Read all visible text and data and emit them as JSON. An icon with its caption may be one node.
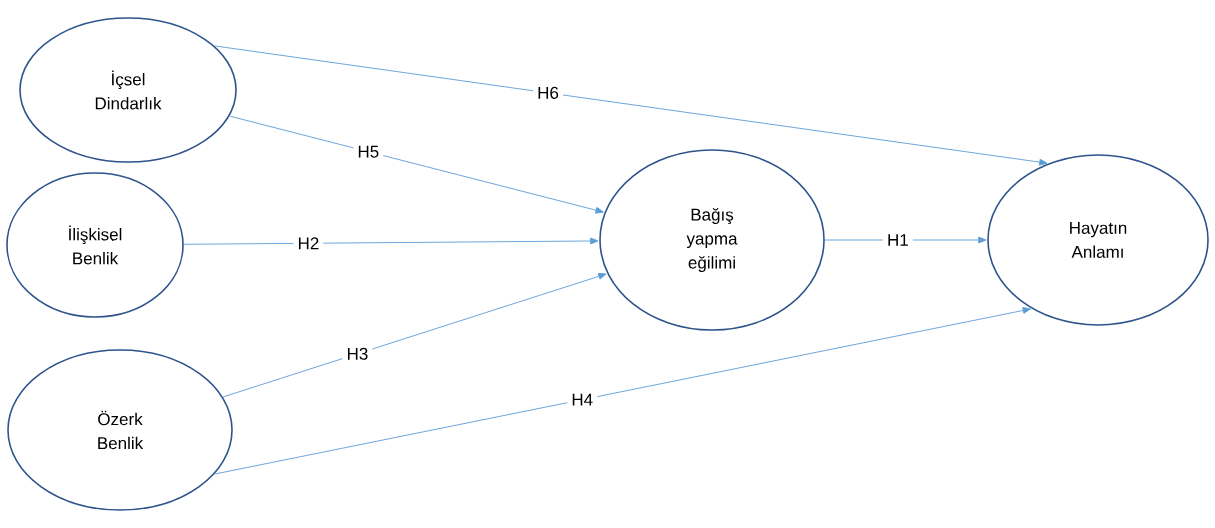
{
  "diagram": {
    "nodes": [
      {
        "text": [
          "İçsel Dindarlık"
        ]
      },
      {
        "text": [
          "İlişkisel Benlik"
        ]
      },
      {
        "text": [
          "Özerk Benlik"
        ]
      },
      {
        "text": [
          "Bağış yapma eğilimi"
        ]
      },
      {
        "text": [
          "Hayatın Anlamı"
        ]
      }
    ],
    "edges": [
      {
        "from": 0,
        "to": 4,
        "arrow": "to",
        "label": "H6"
      },
      {
        "from": 0,
        "to": 3,
        "arrow": "to",
        "label": "H5"
      },
      {
        "from": 1,
        "to": 3,
        "arrow": "to",
        "label": "H2"
      },
      {
        "from": 3,
        "to": 4,
        "arrow": "to",
        "label": "H1"
      },
      {
        "from": 2,
        "to": 3,
        "arrow": "to",
        "label": "H3"
      },
      {
        "from": 2,
        "to": 4,
        "arrow": "to",
        "label": "H4"
      }
    ]
  }
}
